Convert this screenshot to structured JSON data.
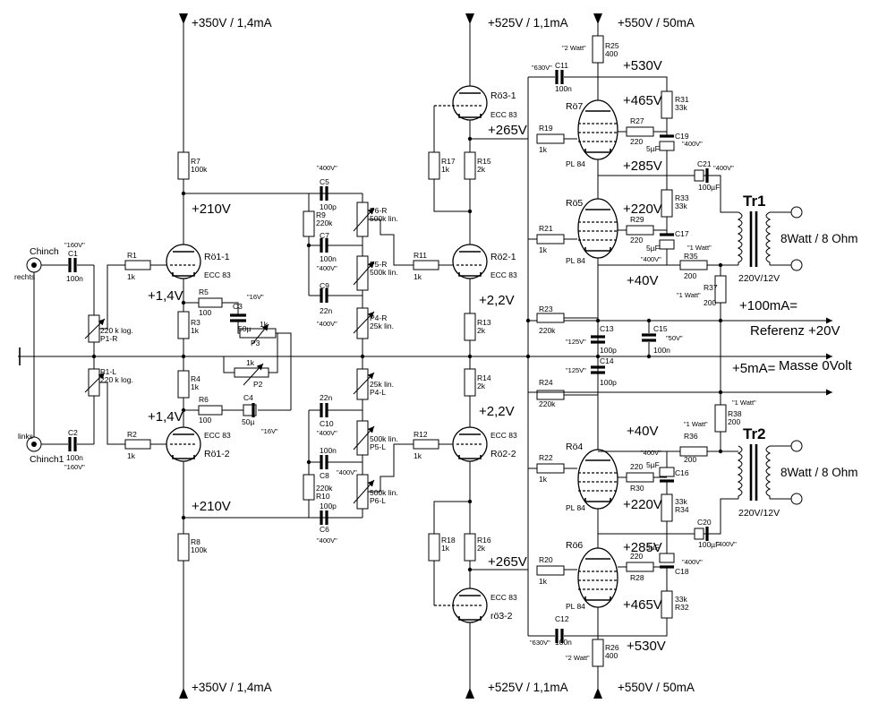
{
  "rails": {
    "top_left": "+350V / 1,4mA",
    "top_mid": "+525V / 1,1mA",
    "top_right": "+550V / 50mA",
    "bot_left": "+350V / 1,4mA",
    "bot_mid": "+525V / 1,1mA",
    "bot_right": "+550V / 50mA",
    "ref": "Referenz +20V",
    "ground": "Masse  0Volt",
    "i100": "+100mA=",
    "i5": "+5mA="
  },
  "voltages": {
    "v210_top": "+210V",
    "v14_top": "+1,4V",
    "v14_bot": "+1,4V",
    "v210_bot": "+210V",
    "v265_top": "+265V",
    "v22_top": "+2,2V",
    "v22_bot": "+2,2V",
    "v265_bot": "+265V",
    "v530_top": "+530V",
    "v465_top": "+465V",
    "v285_top": "+285V",
    "v220_top": "+220V",
    "v40_top": "+40V",
    "v40_bot": "+40V",
    "v220_bot": "+220V",
    "v285_bot": "+285V",
    "v465_bot": "+465V",
    "v530_bot": "+530V"
  },
  "inputs": {
    "chinch": "Chinch",
    "rechts": "rechts",
    "links": "links",
    "chinch1": "Chinch1"
  },
  "outputs": {
    "tr1": "Tr1",
    "tr2": "Tr2",
    "spk1": "8Watt / 8 Ohm",
    "spk2": "8Watt / 8 Ohm",
    "tr1_rating": "220V/12V",
    "tr2_rating": "220V/12V"
  },
  "tubes": {
    "ro1_1": "Rö1-1",
    "ro1_1_type": "ECC 83",
    "ro1_2": "Rö1-2",
    "ro1_2_type": "ECC 83",
    "ro2_1": "Rö2-1",
    "ro2_1_type": "ECC 83",
    "ro2_2": "Rö2-2",
    "ro2_2_type": "ECC 83",
    "ro3_1": "Rö3-1",
    "ro3_1_type": "ECC 83",
    "ro3_2": "rö3-2",
    "ro3_2_type": "ECC 83",
    "ro7": "Rö7",
    "ro7_type": "PL 84",
    "ro5": "Rö5",
    "ro5_type": "PL 84",
    "ro4": "Rö4",
    "ro4_type": "PL 84",
    "ro6": "Rö6",
    "ro6_type": "PL 84"
  },
  "parts": {
    "c1": "C1",
    "c1_v": "100n",
    "c1_r": "\"160V\"",
    "c2": "C2",
    "c2_v": "100n",
    "c2_r": "\"160V\"",
    "p1r": "P1-R",
    "p1r_v": "220 k log.",
    "p1l": "P1-L",
    "p1l_v": "220 k log.",
    "r1": "R1",
    "r1_v": "1k",
    "r2": "R2",
    "r2_v": "1k",
    "r3": "R3",
    "r3_v": "1k",
    "r4": "R4",
    "r4_v": "1k",
    "r5": "R5",
    "r5_v": "100",
    "r6": "R6",
    "r6_v": "100",
    "r7": "R7",
    "r7_v": "100k",
    "r8": "R8",
    "r8_v": "100k",
    "c3": "C3",
    "c3_v": "50µ",
    "c3_r": "\"16V\"",
    "c4": "C4",
    "c4_v": "50µ",
    "c4_r": "\"16V\"",
    "p3": "P3",
    "p3_v": "1k",
    "p2": "P2",
    "p2_v": "1k",
    "c5": "C5",
    "c5_v": "100p",
    "c5_r": "\"400V\"",
    "c7": "C7",
    "c7_v": "100n",
    "c7_r": "\"400V\"",
    "c9": "C9",
    "c9_v": "22n",
    "c9_r": "\"400V\"",
    "c10": "C10",
    "c10_v": "22n",
    "c10_r": "\"400V\"",
    "c8": "C8",
    "c8_v": "100n",
    "c8_r": "\"400V\"",
    "c6": "C6",
    "c6_v": "100p",
    "c6_r": "\"400V\"",
    "r9": "R9",
    "r9_v": "220k",
    "r10": "R10",
    "r10_v": "220k",
    "p6r": "P6-R",
    "p6r_v": "500k lin.",
    "p5r": "P5-R",
    "p5r_v": "500k lin.",
    "p4r": "P4-R",
    "p4r_v": "25k lin.",
    "p4l": "P4-L",
    "p4l_v": "25k lin.",
    "p5l": "P5-L",
    "p5l_v": "500k lin.",
    "p6l": "P6-L",
    "p6l_v": "500k lin.",
    "r11": "R11",
    "r11_v": "1k",
    "r12": "R12",
    "r12_v": "1k",
    "r13": "R13",
    "r13_v": "2k",
    "r14": "R14",
    "r14_v": "2k",
    "r15": "R15",
    "r15_v": "2k",
    "r16": "R16",
    "r16_v": "2k",
    "r17": "R17",
    "r17_v": "1k",
    "r18": "R18",
    "r18_v": "1k",
    "r19": "R19",
    "r19_v": "1k",
    "r20": "R20",
    "r20_v": "1k",
    "r21": "R21",
    "r21_v": "1k",
    "r22": "R22",
    "r22_v": "1k",
    "r23": "R23",
    "r23_v": "220k",
    "r24": "R24",
    "r24_v": "220k",
    "r25": "R25",
    "r25_v": "400",
    "r25_r": "\"2 Watt\"",
    "r26": "R26",
    "r26_v": "400",
    "r26_r": "\"2 Watt\"",
    "r27": "R27",
    "r27_v": "220",
    "r28": "R28",
    "r28_v": "220",
    "r29": "R29",
    "r29_v": "220",
    "r30": "R30",
    "r30_v": "220",
    "r31": "R31",
    "r31_v": "33k",
    "r32": "R32",
    "r32_v": "33k",
    "r33": "R33",
    "r33_v": "33k",
    "r34": "R34",
    "r34_v": "33k",
    "r35": "R35",
    "r35_v": "200",
    "r35_r": "\"1 Watt\"",
    "r36": "R36",
    "r36_v": "200",
    "r36_r": "\"1 Watt\"",
    "r37": "R37",
    "r37_v": "200",
    "r37_r": "\"1 Watt\"",
    "r38": "R38",
    "r38_v": "200",
    "r38_r": "\"1 Watt\"",
    "c11": "C11",
    "c11_v": "100n",
    "c11_r": "\"630V\"",
    "c12": "C12",
    "c12_v": "100n",
    "c12_r": "\"630V\"",
    "c13": "C13",
    "c13_v": "100p",
    "c13_r": "\"125V\"",
    "c14": "C14",
    "c14_v": "100p",
    "c14_r": "\"125V\"",
    "c15": "C15",
    "c15_v": "100n",
    "c15_r": "\"50V\"",
    "c16": "C16",
    "c16_v": "5µF",
    "c16_r": "\"400V\"",
    "c17": "C17",
    "c17_v": "5µF",
    "c17_r": "\"400V\"",
    "c18": "C18",
    "c18_v": "5µF",
    "c18_r": "\"400V\"",
    "c19": "C19",
    "c19_v": "5µF",
    "c19_r": "\"400V\"",
    "c20": "C20",
    "c20_v": "100µF",
    "c20_r": "\"400V\"",
    "c21": "C21",
    "c21_v": "100µF",
    "c21_r": "\"400V\""
  }
}
